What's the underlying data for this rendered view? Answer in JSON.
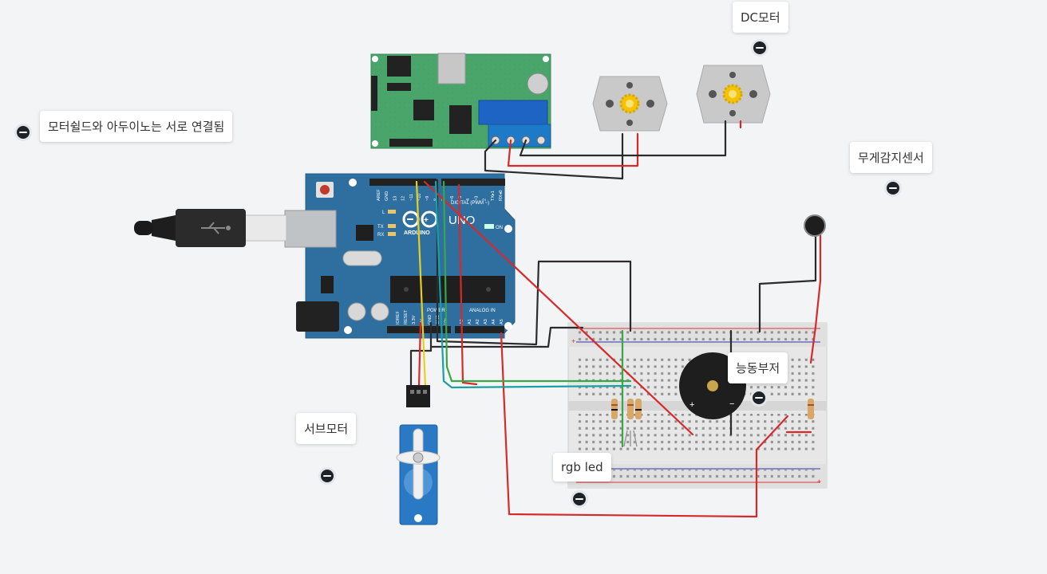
{
  "notes": {
    "motor_shield": "모터쉴드와 아두이노는 서로 연결됨",
    "dc_motor": "DC모터",
    "weight_sensor": "무게감지센서",
    "active_buzzer": "능동부저",
    "servo_motor": "서브모터",
    "rgb_led": "rgb led"
  },
  "board": {
    "brand": "ARDUINO",
    "model": "UNO",
    "digital_label": "DIGITAL (PWM ~)",
    "power_label": "POWER",
    "analog_label": "ANALOG IN",
    "on_label": "ON",
    "led_l": "L",
    "led_tx": "TX",
    "led_rx": "RX",
    "digital_pins": [
      "AREF",
      "GND",
      "13",
      "12",
      "~11",
      "~10",
      "~9",
      "8",
      "7",
      "~6",
      "~5",
      "4",
      "~3",
      "2",
      "TX▸1",
      "RX◂0"
    ],
    "power_pins": [
      "IOREF",
      "RESET",
      "3.3V",
      "5V",
      "GND",
      "GND",
      "Vin"
    ],
    "analog_pins": [
      "A0",
      "A1",
      "A2",
      "A3",
      "A4",
      "A5"
    ]
  },
  "icons": {
    "minus": "minus-circle-icon",
    "motor_gear": "gear-icon",
    "usb": "usb-icon"
  },
  "colors": {
    "background": "#f3f4f6",
    "board_blue": "#2f6f9f",
    "shield_green": "#4aa56b",
    "wire_red": "#d62a2a",
    "wire_black": "#2b2b2b",
    "wire_yellow": "#e8cf1d",
    "wire_green": "#3aa64a",
    "wire_teal": "#1a9fa3",
    "servo_blue": "#2a79c4"
  }
}
